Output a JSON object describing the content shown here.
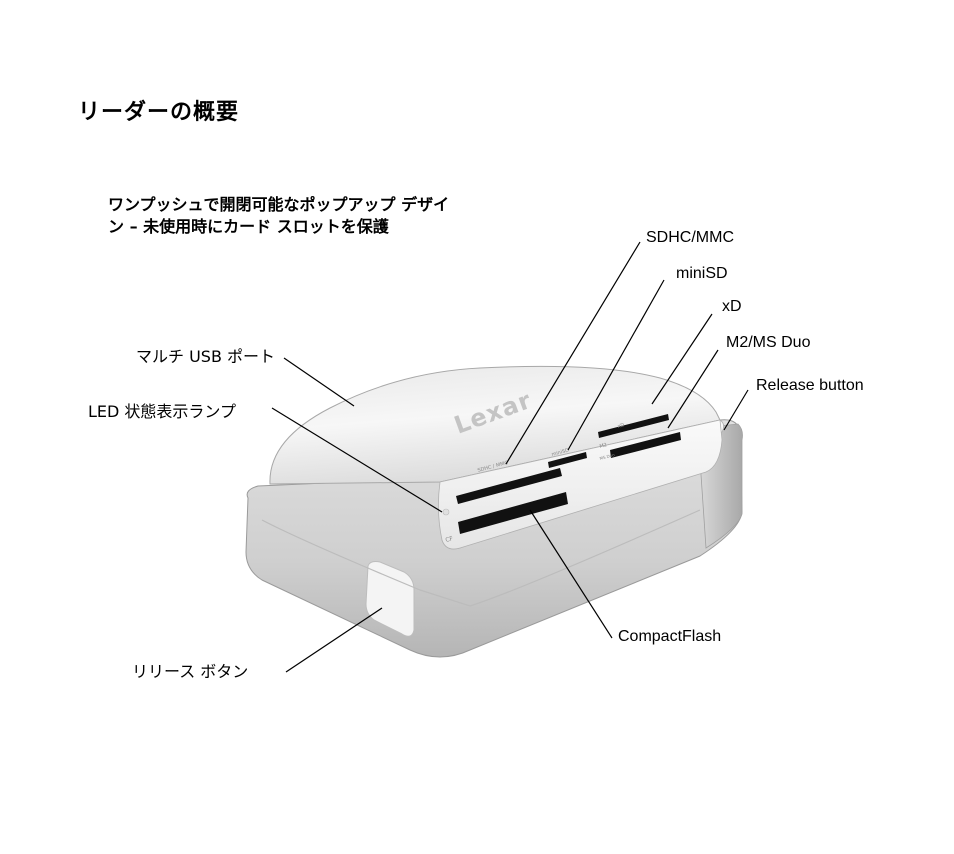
{
  "title": "リーダーの概要",
  "description": {
    "line1": "ワンプッシュで開閉可能なポップアップ デザイ",
    "line2": "ン – 未使用時にカード スロットを保護"
  },
  "labels": {
    "multi_usb_port": "マルチ USB ポート",
    "led_status_lamp": "LED 状態表示ランプ",
    "release_button_jp": "リリース ボタン",
    "sdhc_mmc": "SDHC/MMC",
    "minisd": "miniSD",
    "xd": "xD",
    "m2_ms_duo": "M2/MS Duo",
    "release_button_en": "Release button",
    "compactflash": "CompactFlash"
  },
  "device": {
    "brand_logo": "Lexar",
    "slot_sdhc": "SDHC / MMC",
    "slot_minisd": "miniSD",
    "slot_xd": "xD",
    "slot_m2": "M2",
    "slot_ms_duo": "MS Duo",
    "slot_cf": "CF"
  },
  "colors": {
    "line": "#000000",
    "body_light": "#f2f2f2",
    "body_mid": "#d4d4d4",
    "body_dark": "#9a9a9a",
    "slot": "#111111"
  }
}
